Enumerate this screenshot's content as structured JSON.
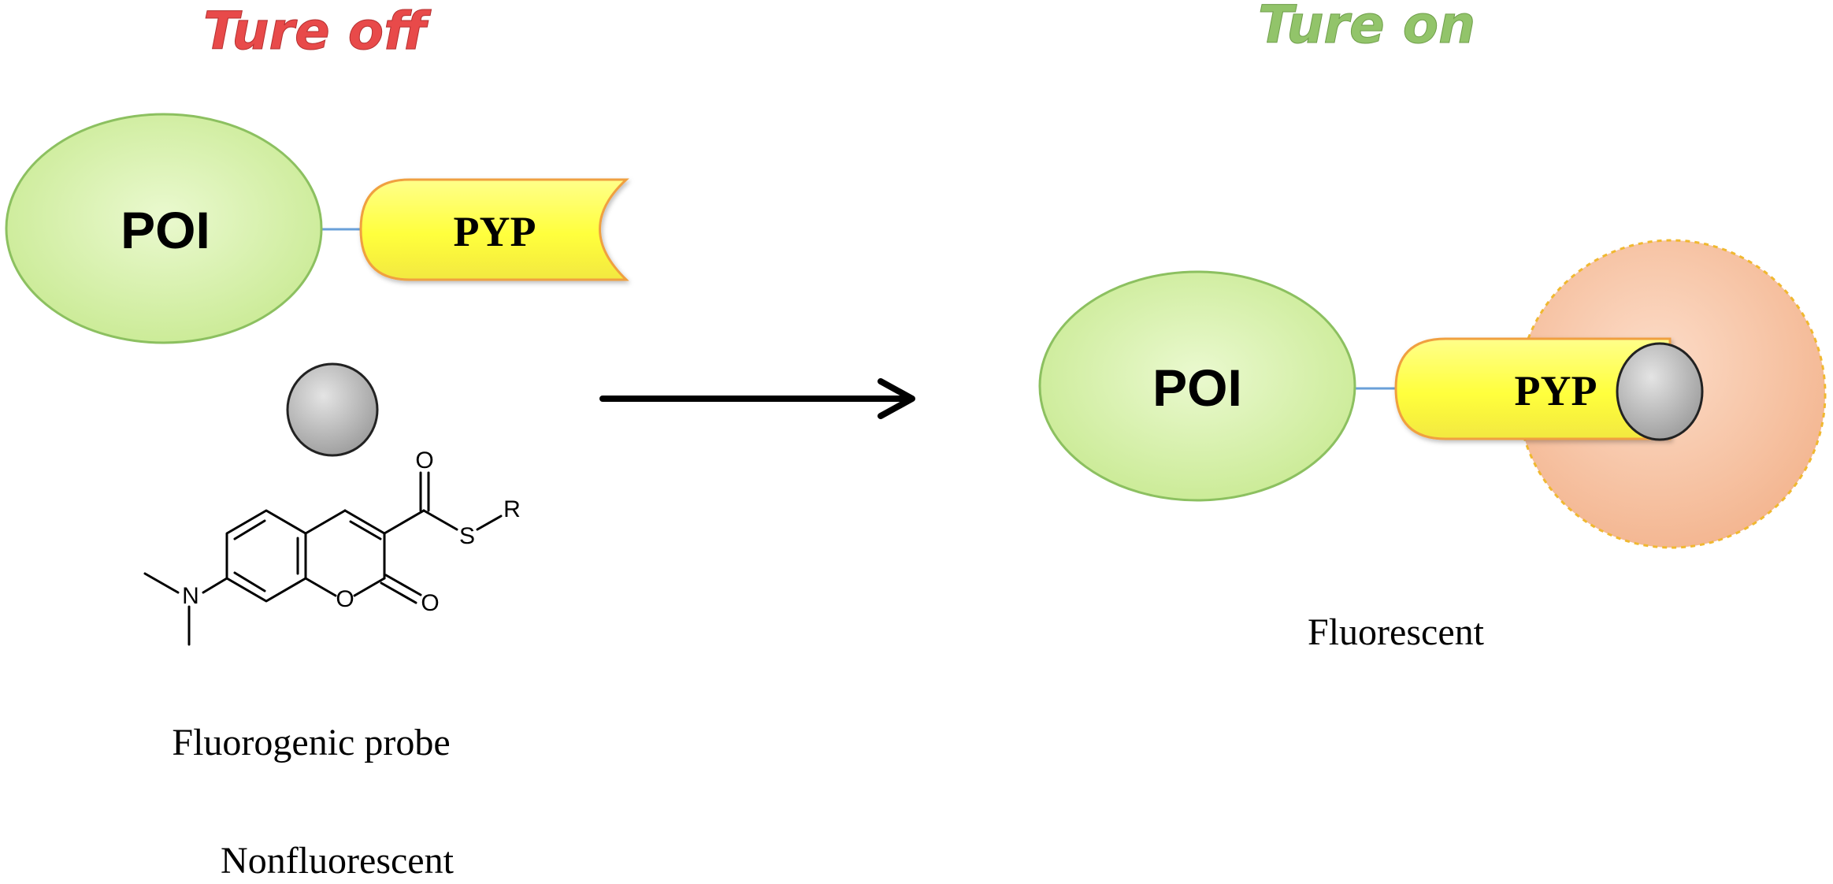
{
  "left_panel": {
    "header": "Ture off",
    "poi_label": "POI",
    "pyp_label": "PYP",
    "probe_caption": "Fluorogenic probe",
    "state_caption": "Nonfluorescent"
  },
  "right_panel": {
    "header": "Ture on",
    "poi_label": "POI",
    "pyp_label": "PYP",
    "state_caption": "Fluorescent"
  },
  "structure": {
    "atoms": {
      "o_carbonyl": "O",
      "s": "S",
      "r": "R",
      "n": "N",
      "o_ring": "O",
      "o_lactone": "O"
    }
  },
  "colors": {
    "off_header": "#e84a4a",
    "on_header": "#92c46a",
    "poi_fill": "#d6f0a8",
    "pyp_fill": "#ffff55",
    "pyp_border": "#f0a040",
    "glow_fill": "#f6c3a3",
    "probe_ball": "#c8c8c8"
  }
}
